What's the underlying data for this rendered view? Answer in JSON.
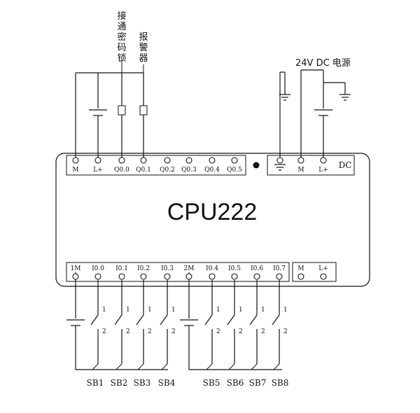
{
  "cpu_label": "CPU222",
  "dc_label": "DC",
  "power_label": "24V DC 电源",
  "lock_label_chars": [
    "接",
    "通",
    "密",
    "码",
    "锁"
  ],
  "alarm_label_chars": [
    "报",
    "警",
    "器"
  ],
  "top_terminals": [
    "M",
    "L+",
    "Q0.0",
    "Q0.1",
    "Q0.2",
    "Q0.3",
    "Q0.4",
    "Q0.5"
  ],
  "top_right_terminals": [
    "",
    "M",
    "L+"
  ],
  "bottom_terminals": [
    "1M",
    "I0.0",
    "I0.1",
    "I0.2",
    "I0.3",
    "2M",
    "I0.4",
    "I0.5",
    "I0.6",
    "I0.7"
  ],
  "bottom_right_terminals": [
    "M",
    "L+"
  ],
  "switch_contact_top": "1",
  "switch_contact_bottom": "2",
  "switch_labels": [
    "SB1",
    "SB2",
    "SB3",
    "SB4",
    "SB5",
    "SB6",
    "SB7",
    "SB8"
  ]
}
